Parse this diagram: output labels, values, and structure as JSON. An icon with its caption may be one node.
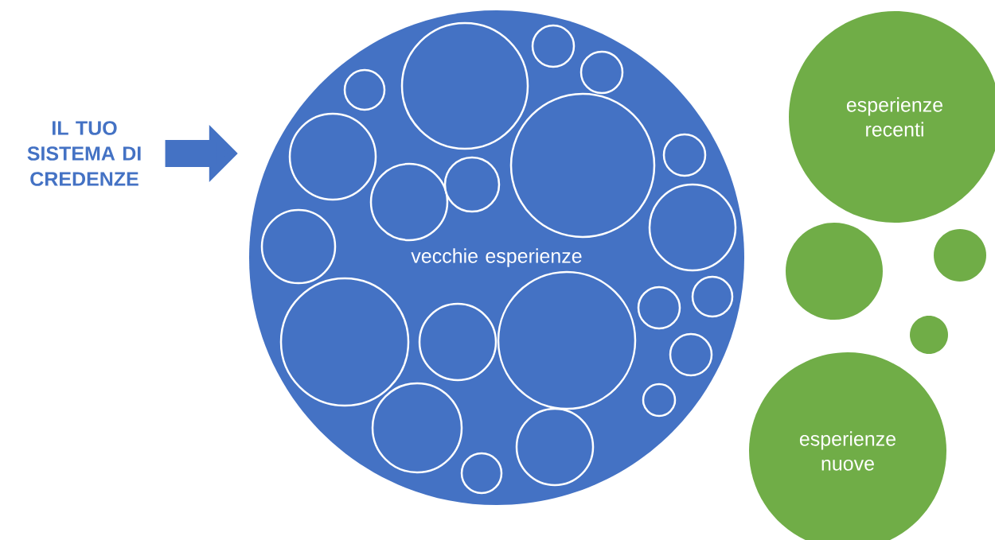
{
  "diagram": {
    "nodes": [
      {
        "text": [
          "IL TUO SISTEMA DI CREDENZE"
        ]
      },
      {
        "text": [
          "vecchie esperienze"
        ]
      },
      {
        "text": [],
        "shape": "circle",
        "in": 1
      },
      {
        "text": [],
        "shape": "circle",
        "in": 1
      },
      {
        "text": [],
        "shape": "circle",
        "in": 1
      },
      {
        "text": [],
        "shape": "circle",
        "in": 1
      },
      {
        "text": [],
        "shape": "circle",
        "in": 1
      },
      {
        "text": [],
        "shape": "circle",
        "in": 1
      },
      {
        "text": [],
        "shape": "circle",
        "in": 1
      },
      {
        "text": [],
        "shape": "circle",
        "in": 1
      },
      {
        "text": [],
        "shape": "circle",
        "in": 1
      },
      {
        "text": [],
        "shape": "circle",
        "in": 1
      },
      {
        "text": [],
        "shape": "circle",
        "in": 1
      },
      {
        "text": [],
        "shape": "circle",
        "in": 1
      },
      {
        "text": [],
        "shape": "circle",
        "in": 1
      },
      {
        "text": [],
        "shape": "circle",
        "in": 1
      },
      {
        "text": [],
        "shape": "circle",
        "in": 1
      },
      {
        "text": [],
        "shape": "circle",
        "in": 1
      },
      {
        "text": [],
        "shape": "circle",
        "in": 1
      },
      {
        "text": [],
        "shape": "circle",
        "in": 1
      },
      {
        "text": [],
        "shape": "circle",
        "in": 1
      },
      {
        "text": [],
        "shape": "circle",
        "in": 1
      },
      {
        "text": [],
        "shape": "circle",
        "in": 1
      },
      {
        "text": [
          "esperienze recenti"
        ]
      },
      {
        "text": [],
        "shape": "circle"
      },
      {
        "text": [],
        "shape": "circle"
      },
      {
        "text": [],
        "shape": "circle"
      },
      {
        "text": [
          "esperienze nuove"
        ]
      }
    ],
    "edges": [
      {
        "from": 0,
        "to": 1,
        "arrow": "to"
      }
    ]
  }
}
